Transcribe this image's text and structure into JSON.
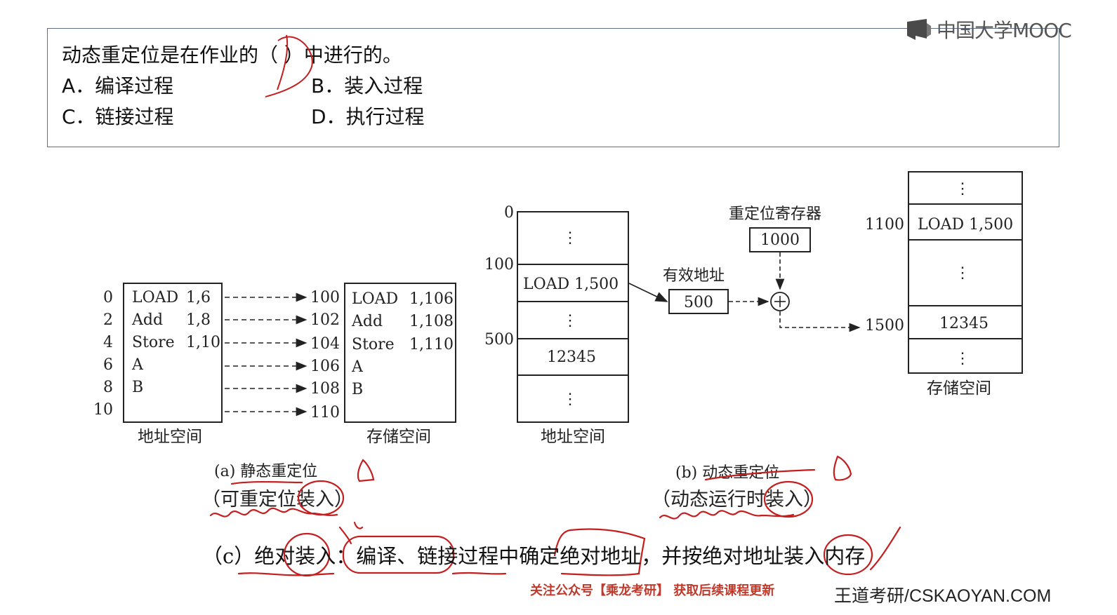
{
  "question": {
    "stem": "动态重定位是在作业的（    ）中进行的。",
    "handwritten_answer": "D",
    "options": [
      {
        "key": "A",
        "label": "A．编译过程"
      },
      {
        "key": "B",
        "label": "B．装入过程"
      },
      {
        "key": "C",
        "label": "C．链接过程"
      },
      {
        "key": "D",
        "label": "D．执行过程"
      }
    ]
  },
  "logo": {
    "text": "中国大学MOOC"
  },
  "static_diagram": {
    "addresses": [
      "0",
      "2",
      "4",
      "6",
      "8",
      "10"
    ],
    "instructions": [
      {
        "op": "LOAD",
        "arg": "1,6"
      },
      {
        "op": "Add",
        "arg": "1,8"
      },
      {
        "op": "Store",
        "arg": "1,10"
      },
      {
        "op": "A",
        "arg": ""
      },
      {
        "op": "B",
        "arg": ""
      },
      {
        "op": "",
        "arg": ""
      }
    ],
    "mem_addresses": [
      "100",
      "102",
      "104",
      "106",
      "108",
      "110"
    ],
    "mem_instructions": [
      {
        "op": "LOAD",
        "arg": "1,106"
      },
      {
        "op": "Add",
        "arg": "1,108"
      },
      {
        "op": "Store",
        "arg": "1,110"
      },
      {
        "op": "A",
        "arg": ""
      },
      {
        "op": "B",
        "arg": ""
      }
    ],
    "addr_space_label": "地址空间",
    "mem_space_label": "存储空间",
    "caption": "(a) 静态重定位",
    "note": "（可重定位装入）"
  },
  "dynamic_diagram": {
    "addr_labels": [
      "0",
      "100",
      "500"
    ],
    "dots": "⋮",
    "load_instr": "LOAD   1,500",
    "value": "12345",
    "addr_space_label": "地址空间",
    "reg_label": "重定位寄存器",
    "reg_value": "1000",
    "eff_label": "有效地址",
    "eff_value": "500",
    "plus": "+",
    "mem_addr_labels": [
      "1100",
      "1500"
    ],
    "mem_load_instr": "LOAD  1,500",
    "mem_value": "12345",
    "mem_space_label": "存储空间",
    "caption": "(b) 动态重定位",
    "note": "（动态运行时装入）",
    "hand_mark": "D"
  },
  "line_c": "（c）绝对装入：编译、链接过程中确定绝对地址，并按绝对地址装入内存",
  "footer": {
    "promo": "关注公众号【乘龙考研】 获取后续课程更新",
    "brand": "王道考研/CSKAOYAN.COM"
  },
  "colors": {
    "ink_red": "#c41e1e",
    "box_border": "#5a6e86",
    "promo_red": "#c0392b"
  }
}
